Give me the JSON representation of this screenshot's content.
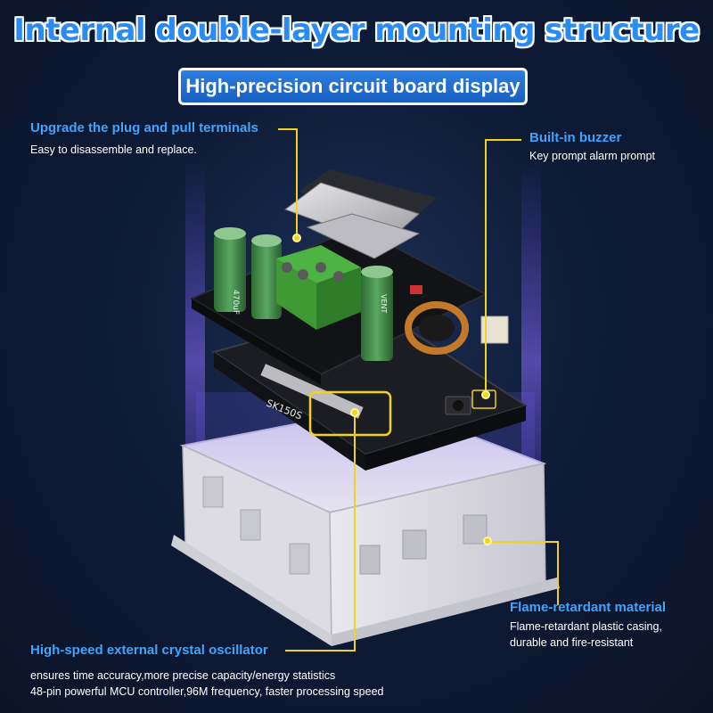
{
  "header": {
    "title": "Internal double-layer mounting structure",
    "subtitle": "High-precision circuit board display"
  },
  "callouts": {
    "terminals": {
      "title": "Upgrade the plug and pull terminals",
      "text": "Easy to disassemble and replace."
    },
    "buzzer": {
      "title": "Built-in buzzer",
      "text": "Key prompt alarm prompt"
    },
    "casing": {
      "title": "Flame-retardant material",
      "lines": [
        "Flame-retardant plastic casing,",
        "durable and fire-resistant"
      ]
    },
    "crystal": {
      "title": "High-speed external crystal oscillator",
      "lines": [
        "ensures time accuracy,more precise capacity/energy statistics",
        "48-pin powerful MCU controller,96M frequency, faster processing speed"
      ]
    }
  },
  "board": {
    "model_label": "SK150S",
    "capacitor_label": "470uF",
    "capacitor_label_right": "VENT"
  },
  "colors": {
    "title_blue": "#2a8cf2",
    "callout_blue": "#3ea4ff",
    "leader_yellow": "#f2d21a",
    "background": "#0f1c38"
  }
}
